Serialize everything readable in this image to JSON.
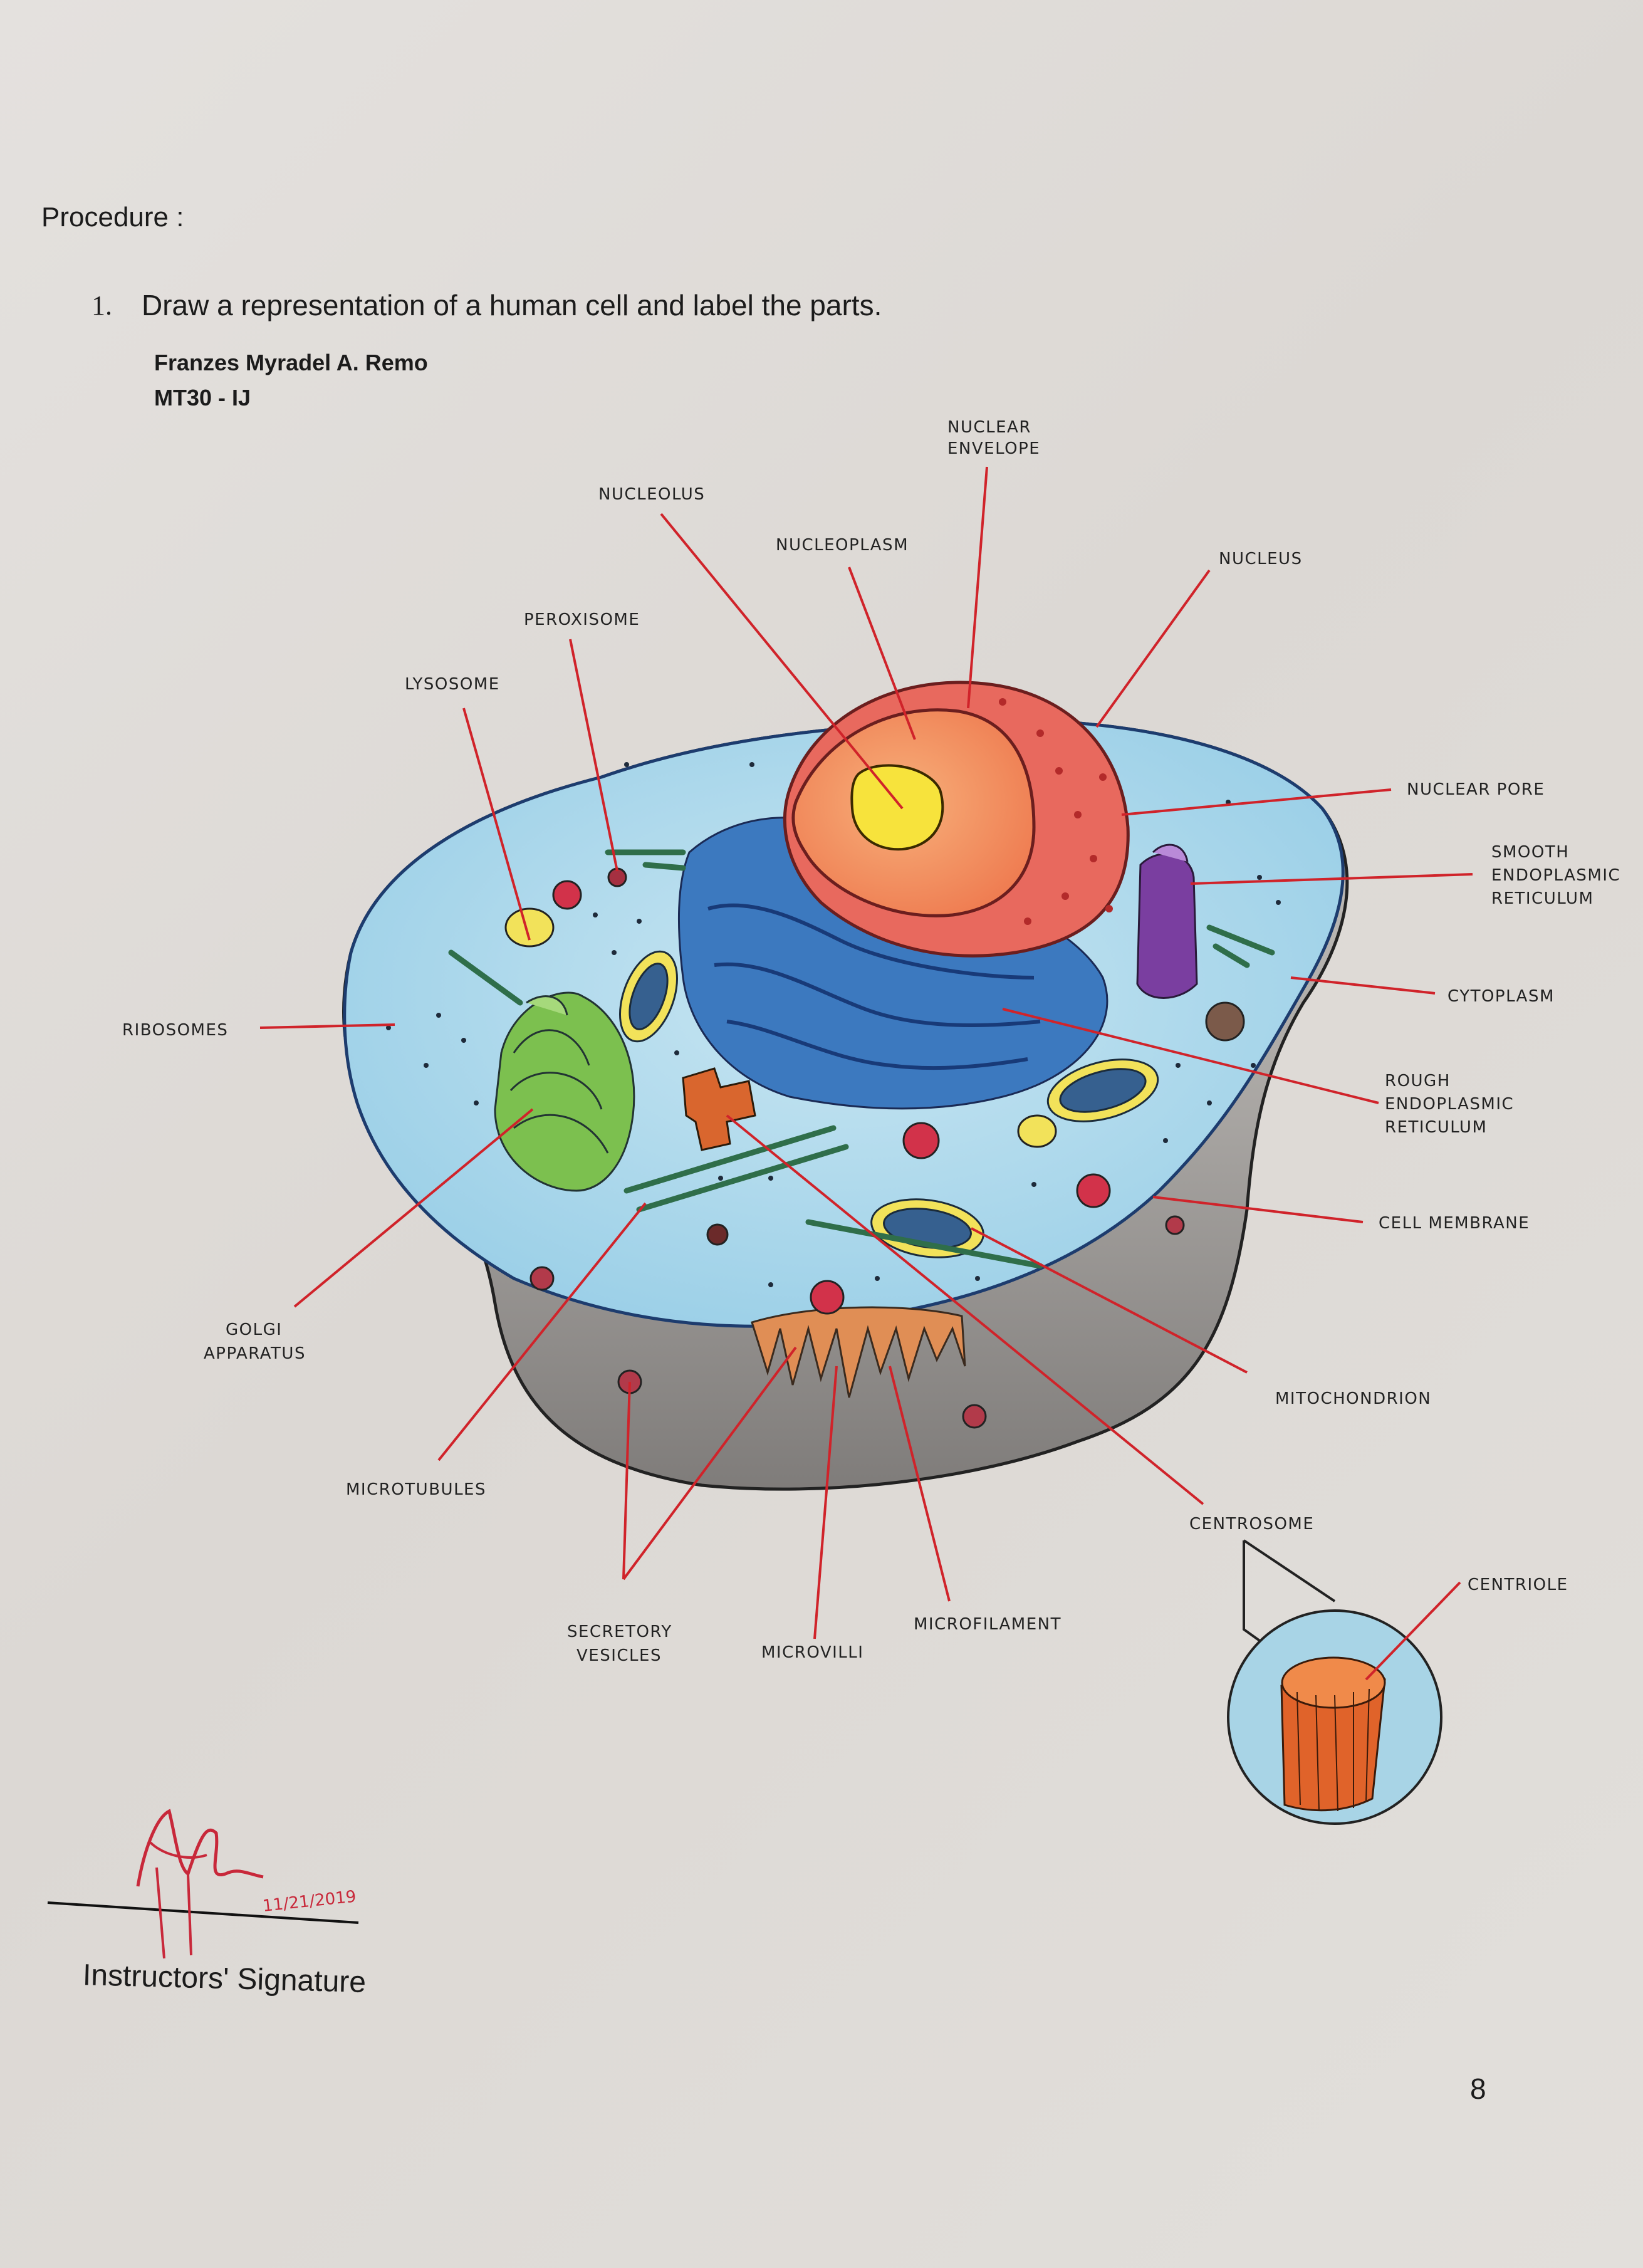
{
  "header": {
    "procedure": "Procedure :",
    "step_number": "1.",
    "step_text": "Draw a representation of a human cell and label the parts.",
    "student_name": "Franzes Myradel A. Remo",
    "student_class": "MT30 - IJ"
  },
  "diagram": {
    "labels": {
      "nuclear_envelope_1": "NUCLEAR",
      "nuclear_envelope_2": "ENVELOPE",
      "nucleolus": "NUCLEOLUS",
      "nucleoplasm": "NUCLEOPLASM",
      "nucleus": "NUCLEUS",
      "peroxisome": "PEROXISOME",
      "lysosome": "LYSOSOME",
      "nuclear_pore": "NUCLEAR PORE",
      "smooth_er_1": "SMOOTH",
      "smooth_er_2": "ENDOPLASMIC",
      "smooth_er_3": "RETICULUM",
      "cytoplasm": "CYTOPLASM",
      "ribosomes": "RIBOSOMES",
      "rough_er_1": "ROUGH",
      "rough_er_2": "ENDOPLASMIC",
      "rough_er_3": "RETICULUM",
      "cell_membrane": "CELL MEMBRANE",
      "golgi_1": "GOLGI",
      "golgi_2": "APPARATUS",
      "mitochondrion": "MITOCHONDRION",
      "microtubules": "MICROTUBULES",
      "centrosome": "CENTROSOME",
      "centriole": "CENTRIOLE",
      "secretory_1": "SECRETORY",
      "secretory_2": "VESICLES",
      "microvilli": "MICROVILLI",
      "microfilament": "MICROFILAMENT"
    }
  },
  "footer": {
    "signature_date": "11/21/2019",
    "signature_caption": "Instructors' Signature",
    "page_number": "8"
  }
}
